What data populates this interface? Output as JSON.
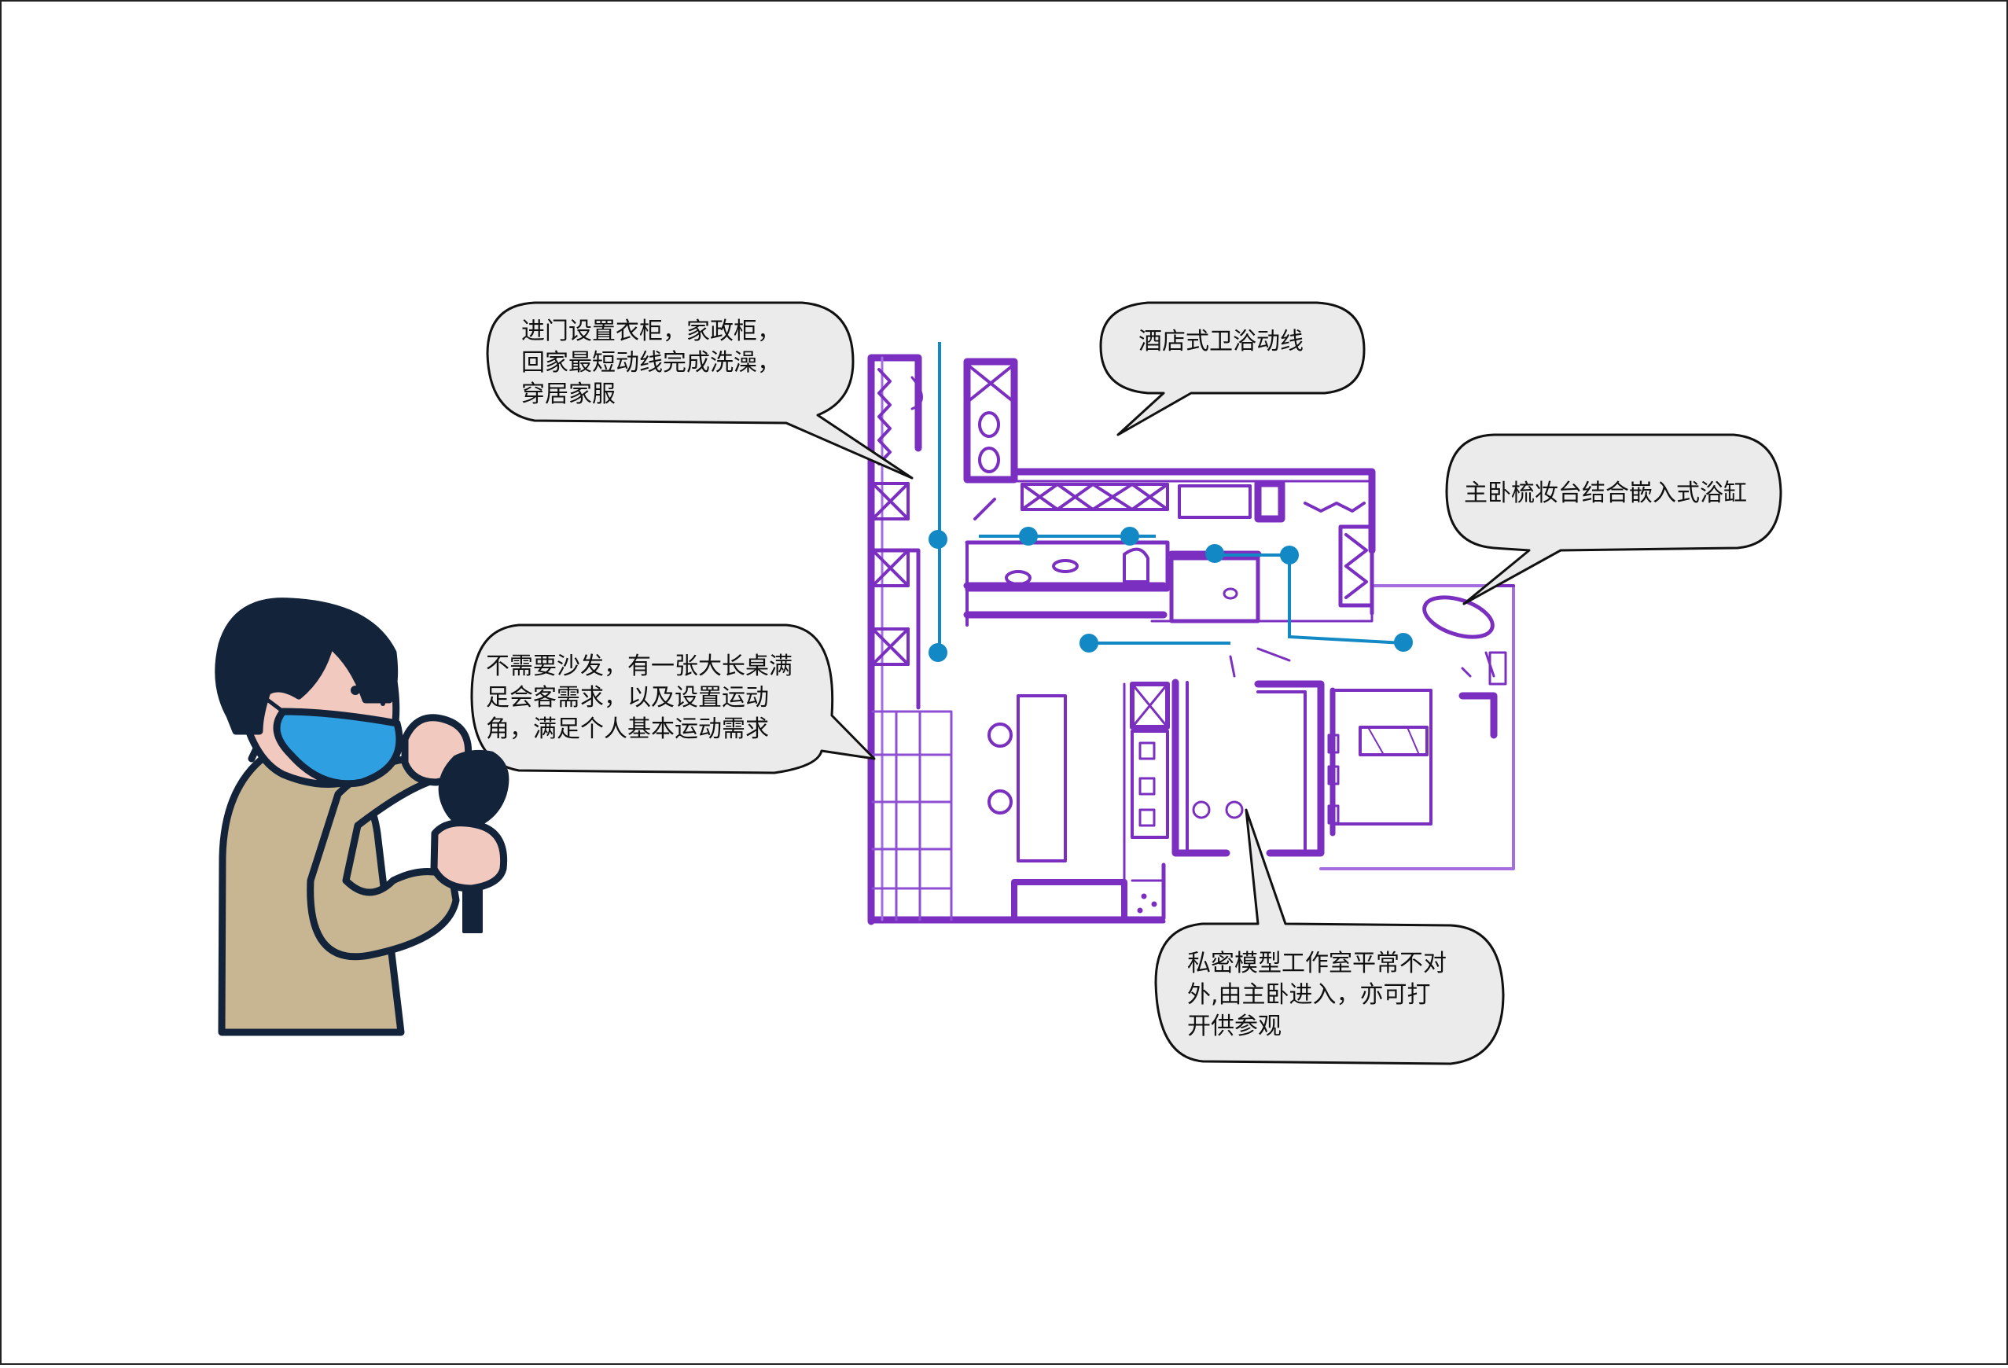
{
  "bubbles": {
    "entry": {
      "lines": [
        "进门设置衣柜，家政柜，",
        "回家最短动线完成洗澡，",
        "穿居家服"
      ]
    },
    "bath": {
      "lines": [
        "酒店式卫浴动线"
      ]
    },
    "vanity": {
      "lines": [
        "主卧梳妆台结合嵌入式浴缸"
      ]
    },
    "living": {
      "lines": [
        "不需要沙发，有一张大长桌满",
        "足会客需求，以及设置运动",
        "角，满足个人基本运动需求"
      ]
    },
    "studio": {
      "lines": [
        "私密模型工作室平常不对",
        "外,由主卧进入，亦可打",
        "开供参观"
      ]
    }
  },
  "colors": {
    "sketch": "#7b2fc0",
    "sketch_light": "#a46ee0",
    "flow": "#1289c4",
    "bubble_fill": "#ebebeb",
    "outline": "#111111",
    "hair": "#13233a",
    "skin": "#f2c9bf",
    "mask": "#2e9fe0",
    "coat": "#c8b591"
  },
  "presenter": {
    "icon": "presenter-with-microphone"
  }
}
